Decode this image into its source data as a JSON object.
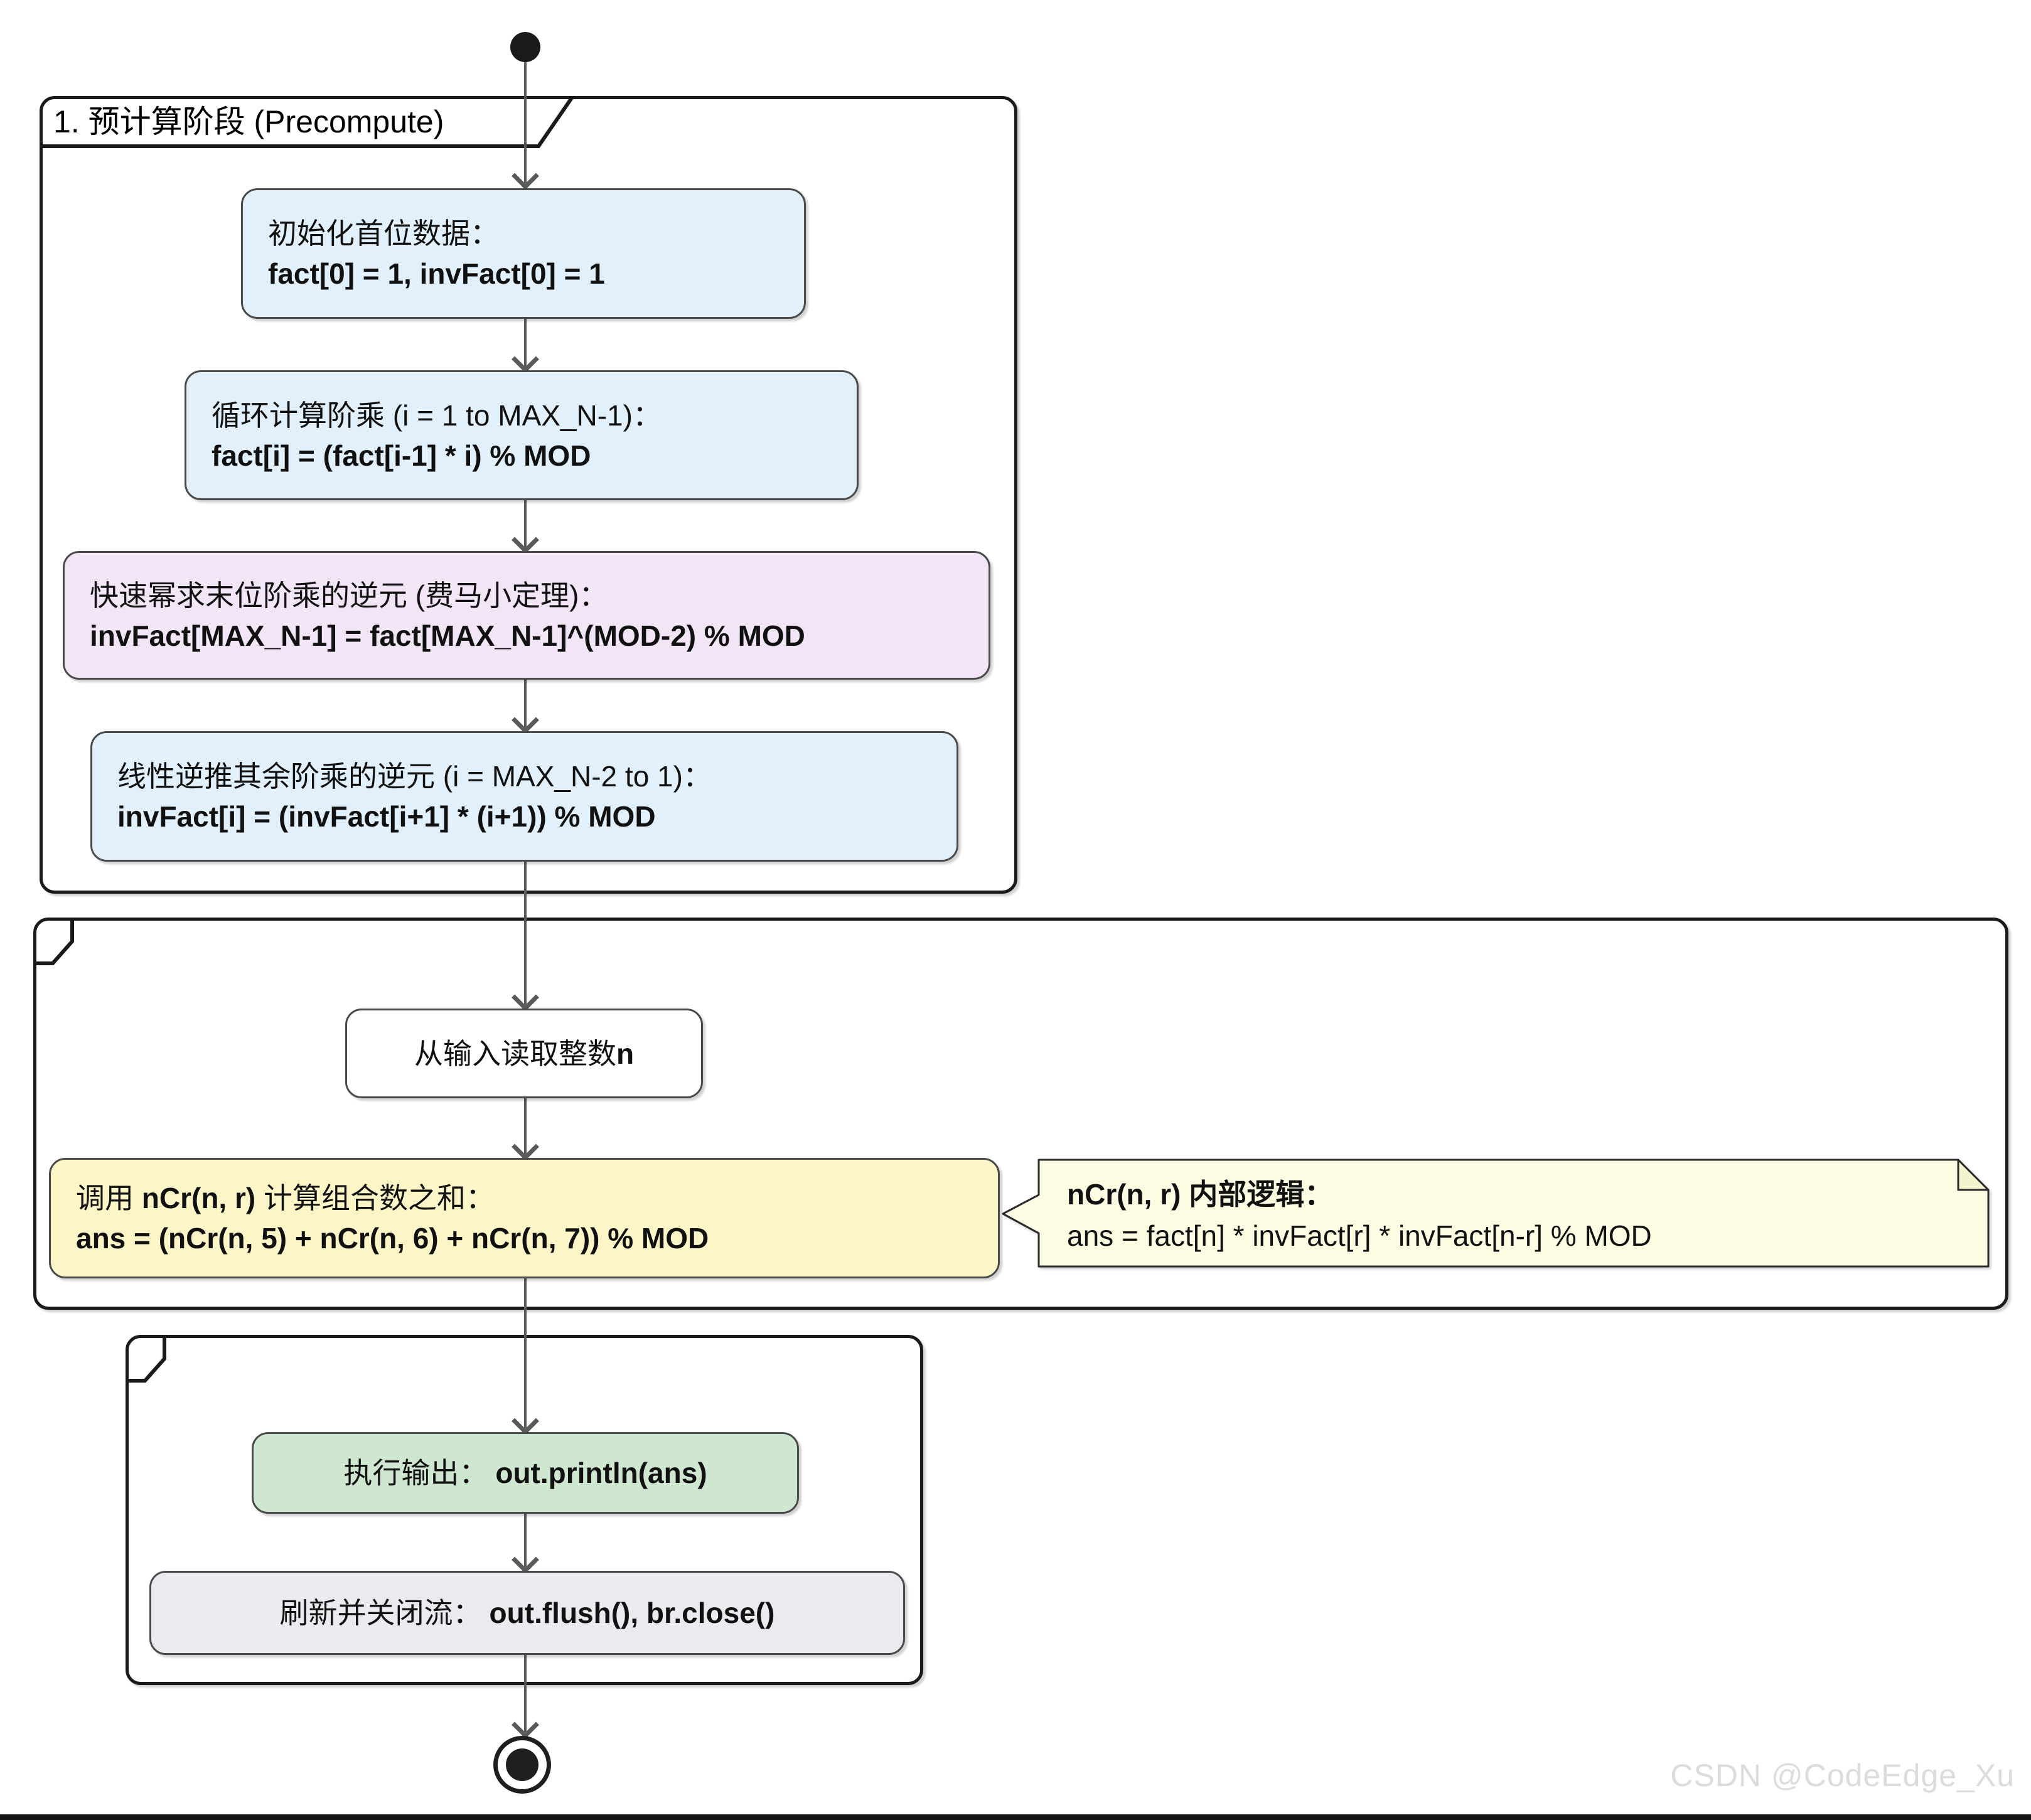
{
  "partition1": {
    "title": "1. 预计算阶段 (Precompute)",
    "box1": {
      "line1": "初始化首位数据：",
      "line2": "fact[0] = 1, invFact[0] = 1"
    },
    "box2": {
      "line1": "循环计算阶乘 (i = 1 to MAX_N-1)：",
      "line2": "fact[i] = (fact[i-1] * i) % MOD"
    },
    "box3": {
      "line1": "快速幂求末位阶乘的逆元 (费马小定理)：",
      "line2": "invFact[MAX_N-1] = fact[MAX_N-1]^(MOD-2) % MOD"
    },
    "box4": {
      "line1": "线性逆推其余阶乘的逆元 (i = MAX_N-2 to 1)：",
      "line2": "invFact[i] = (invFact[i+1] * (i+1)) % MOD"
    }
  },
  "partition2": {
    "read_box": {
      "pre": "从输入读取整数 ",
      "var": "n"
    },
    "call_box": {
      "line1_pre": "调用 ",
      "line1_code": "nCr(n, r)",
      "line1_post": " 计算组合数之和：",
      "line2": "ans = (nCr(n, 5) + nCr(n, 6) + nCr(n, 7)) % MOD"
    },
    "note": {
      "title": "nCr(n, r) 内部逻辑：",
      "body": "ans = fact[n] * invFact[r] * invFact[n-r] % MOD"
    }
  },
  "partition3": {
    "print_box": {
      "pre": "执行输出：",
      "code": "out.println(ans)"
    },
    "close_box": {
      "pre": "刷新并关闭流：",
      "code": "out.flush(), br.close()"
    }
  },
  "watermark": "CSDN @CodeEdge_Xu",
  "colors": {
    "blue": "#E1F0FA",
    "pink": "#F2E5F5",
    "yellow": "#FCF5C7",
    "note-yellow": "#FCFCE2",
    "note-ear": "#F2F2CE",
    "green": "#CFE7D1",
    "gray": "#E9EBEE",
    "border": "#4A4A4A",
    "partition-border": "#1A1A1A",
    "arrow": "#5A5A5A",
    "watermark": "#DCDCDC"
  }
}
